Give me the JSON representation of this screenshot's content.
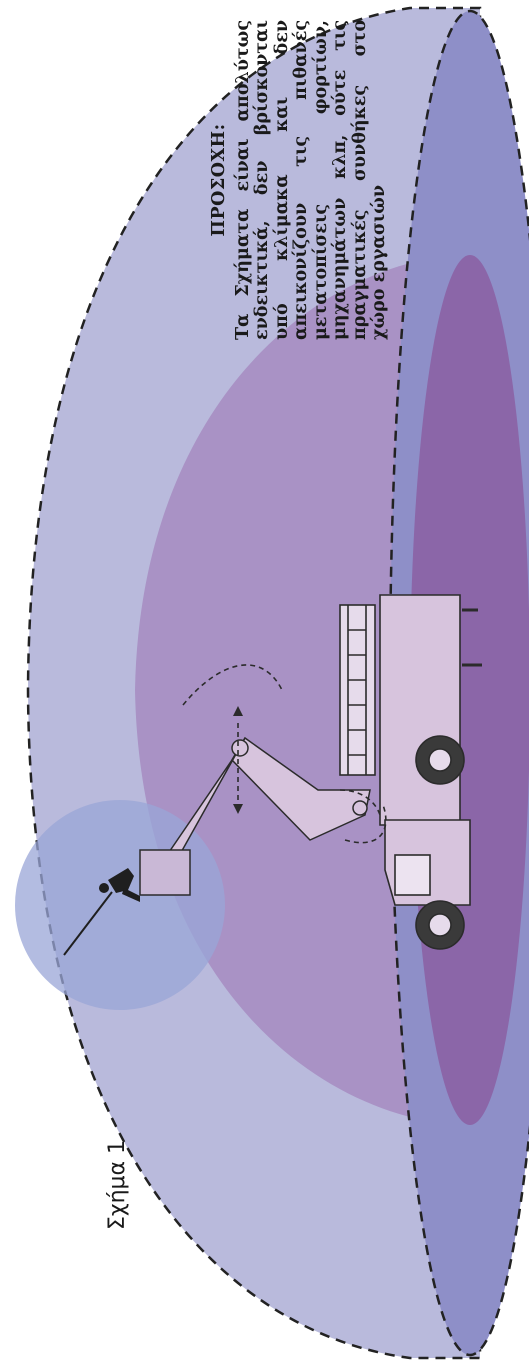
{
  "note": {
    "title": "ΠΡΟΣΟΧΗ:",
    "body": "Τα Σχήματα είναι απολύτως ενδεικτικά, δεν βρίσκονται υπό κλίμακα και δεν απεικονίζουν τις πιθανές μετατοπίσεις φορτίων, μηχανημάτων κλπ, ούτε τις πραγματικές συνθήκες στο χώρο εργασιών"
  },
  "figure": {
    "label": "Σχήμα 1"
  },
  "colors": {
    "outer_zone": "#b9badc",
    "middle_zone": "#a88fc3",
    "inner_zone": "#8b66a8",
    "ground_band": "#8e8fc8",
    "worker_zone": "#9aa6d7",
    "machine": "#d7c4dd",
    "outline": "#2b2b2b"
  },
  "icons": {
    "vehicle": "boom-truck-icon",
    "worker": "worker-icon",
    "rotation": "rotation-arrow-icon",
    "extension": "extension-arrow-icon"
  }
}
